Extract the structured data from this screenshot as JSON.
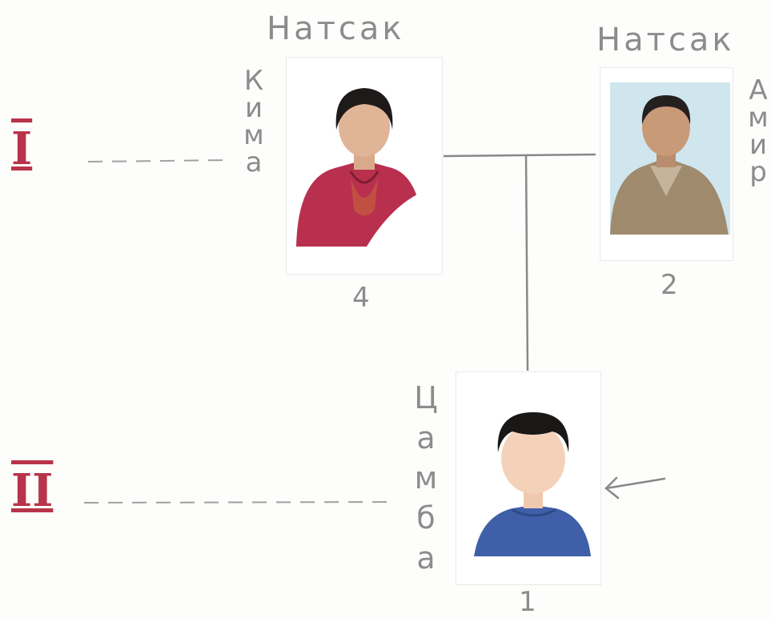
{
  "generations": [
    {
      "roman": "I"
    },
    {
      "roman": "II"
    }
  ],
  "people": {
    "mother": {
      "surname": "Натсак",
      "given_name": "Кима",
      "number": "4"
    },
    "father": {
      "surname": "Натсак",
      "given_name": "Амир",
      "number": "2"
    },
    "child": {
      "given_name": "Цамба",
      "number": "1"
    }
  },
  "colors": {
    "pencil": "#8c8c8c",
    "roman_numerals": "#b8344a",
    "mother_shirt": "#b8304e",
    "father_bg": "#cfe6ee",
    "child_shirt": "#3f5fa8"
  },
  "icons": {
    "proband_marker": "arrow-left-icon"
  }
}
